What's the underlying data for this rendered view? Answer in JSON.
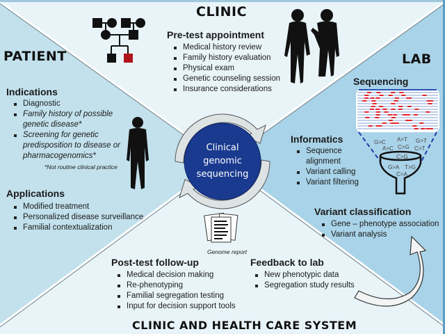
{
  "colors": {
    "light_region": "#e9f4f9",
    "patient_region": "#c2e1ec",
    "lab_region": "#a9d3e8",
    "center_circle": "#1a3a8f",
    "read_mark": "#e0242a",
    "read_line": "#5a7fc8",
    "affected_member": "#b0141a"
  },
  "titles": {
    "clinic": "CLINIC",
    "patient": "PATIENT",
    "lab": "LAB",
    "clinic_health": "CLINIC AND HEALTH CARE SYSTEM"
  },
  "center": {
    "line1": "Clinical",
    "line2": "genomic",
    "line3": "sequencing"
  },
  "clinic": {
    "heading": "Pre-test appointment",
    "items": [
      "Medical history review",
      "Family history evaluation",
      "Physical exam",
      "Genetic counseling session",
      "Insurance considerations"
    ]
  },
  "patient": {
    "indications": {
      "heading": "Indications",
      "items": [
        "Diagnostic",
        "Family history of possible genetic disease*",
        "Screening for genetic predisposition to disease or pharmacogenomics*"
      ],
      "note": "*Not routine clinical practice"
    },
    "applications": {
      "heading": "Applications",
      "items": [
        "Modified treatment",
        "Personalized disease surveillance",
        "Familial contextualization"
      ]
    }
  },
  "lab": {
    "sequencing": {
      "heading": "Sequencing"
    },
    "informatics": {
      "heading": "Informatics",
      "items": [
        "Sequence alignment",
        "Variant calling",
        "Variant filtering"
      ]
    },
    "variant_classification": {
      "heading": "Variant classification",
      "items": [
        "Gene – phenotype association",
        "Variant analysis"
      ]
    },
    "funnel_above": [
      "G>C",
      "A>T",
      "G>T",
      "A>C",
      "C>G",
      "C>T"
    ],
    "funnel_rim": "C>G",
    "funnel_inside": [
      "G>A",
      "T>G",
      "C>A"
    ]
  },
  "health_system": {
    "genome_report_label": "Genome report",
    "post_test": {
      "heading": "Post-test follow-up",
      "items": [
        "Medical decision making",
        "Re-phenotyping",
        "Familial segregation testing",
        "Input for decision support tools"
      ]
    },
    "feedback": {
      "heading": "Feedback to lab",
      "items": [
        "New phenotypic data",
        "Segregation study results"
      ]
    }
  },
  "icons": {
    "pedigree": "pedigree-chart-icon",
    "patient_doctor": "patient-and-doctor-silhouette-icon",
    "patient": "patient-silhouette-icon",
    "reads": "sequencing-reads-icon",
    "funnel": "variant-filter-funnel-icon",
    "report": "genome-report-document-icon",
    "cycle_arrows": "cycle-arrows-icon",
    "feedback_arrow": "curved-feedback-arrow-icon"
  }
}
